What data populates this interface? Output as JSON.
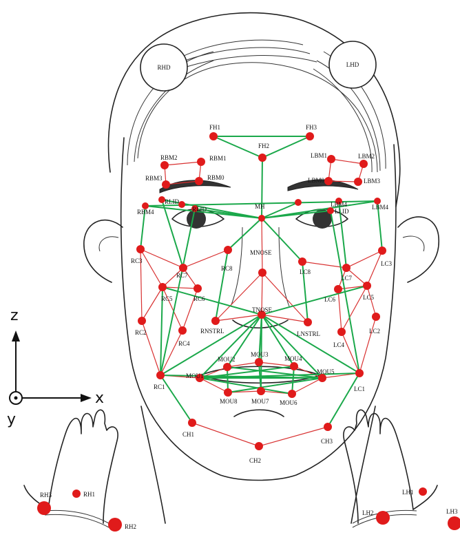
{
  "colors": {
    "marker": "#e01b1b",
    "green_link": "#1aa84a",
    "red_link": "#d83030",
    "sketch": "#222222"
  },
  "axes": {
    "z_label": "z",
    "x_label": "x",
    "y_label": "y"
  },
  "pads": {
    "right_head": "RHD",
    "left_head": "LHD"
  },
  "markers": [
    {
      "id": "FH1",
      "label": "FH1"
    },
    {
      "id": "FH2",
      "label": "FH2"
    },
    {
      "id": "FH3",
      "label": "FH3"
    },
    {
      "id": "RBM2",
      "label": "RBM2"
    },
    {
      "id": "RBM1",
      "label": "RBM1"
    },
    {
      "id": "RBM3",
      "label": "RBM3"
    },
    {
      "id": "RBM0",
      "label": "RBM0"
    },
    {
      "id": "LBM1",
      "label": "LBM1"
    },
    {
      "id": "LBM2",
      "label": "LBM2"
    },
    {
      "id": "LBM0",
      "label": "LBM0"
    },
    {
      "id": "LBM3",
      "label": "LBM3"
    },
    {
      "id": "RBM4",
      "label": "RBM4"
    },
    {
      "id": "RLID_A",
      "label": "RLID"
    },
    {
      "id": "RLID_B",
      "label": ""
    },
    {
      "id": "RLID",
      "label": "RLID"
    },
    {
      "id": "MH",
      "label": "MH"
    },
    {
      "id": "LLID_A",
      "label": ""
    },
    {
      "id": "LBM4_IN",
      "label": "LBM4"
    },
    {
      "id": "LLID",
      "label": "LLID"
    },
    {
      "id": "LBM4",
      "label": "LBM4"
    },
    {
      "id": "RC3",
      "label": "RC3"
    },
    {
      "id": "RC7",
      "label": "RC7"
    },
    {
      "id": "RC8",
      "label": "RC8"
    },
    {
      "id": "RC5",
      "label": "RC5"
    },
    {
      "id": "RC6",
      "label": "RC6"
    },
    {
      "id": "RC2",
      "label": "RC2"
    },
    {
      "id": "RC4",
      "label": "RC4"
    },
    {
      "id": "RC1",
      "label": "RC1"
    },
    {
      "id": "MNOSE",
      "label": "MNOSE"
    },
    {
      "id": "TNOSE",
      "label": "TNOSE"
    },
    {
      "id": "RNSTRL",
      "label": "RNSTRL"
    },
    {
      "id": "LNSTRL",
      "label": "LNSTRL"
    },
    {
      "id": "LC8",
      "label": "LC8"
    },
    {
      "id": "LC7",
      "label": "LC7"
    },
    {
      "id": "LC3",
      "label": "LC3"
    },
    {
      "id": "LC6",
      "label": "LC6"
    },
    {
      "id": "LC5",
      "label": "LC5"
    },
    {
      "id": "LC2",
      "label": "LC2"
    },
    {
      "id": "LC4",
      "label": "LC4"
    },
    {
      "id": "LC1",
      "label": "LC1"
    },
    {
      "id": "MOU1",
      "label": "MOU1"
    },
    {
      "id": "MOU2",
      "label": "MOU2"
    },
    {
      "id": "MOU3",
      "label": "MOU3"
    },
    {
      "id": "MOU4",
      "label": "MOU4"
    },
    {
      "id": "MOU5",
      "label": "MOU5"
    },
    {
      "id": "MOU6",
      "label": "MOU6"
    },
    {
      "id": "MOU7",
      "label": "MOU7"
    },
    {
      "id": "MOU8",
      "label": "MOU8"
    },
    {
      "id": "CH1",
      "label": "CH1"
    },
    {
      "id": "CH2",
      "label": "CH2"
    },
    {
      "id": "CH3",
      "label": "CH3"
    },
    {
      "id": "RH1",
      "label": "RH1"
    },
    {
      "id": "RH2",
      "label": "RH2"
    },
    {
      "id": "RH3",
      "label": "RH3"
    },
    {
      "id": "LH1",
      "label": "LH1"
    },
    {
      "id": "LH2",
      "label": "LH2"
    },
    {
      "id": "LH3",
      "label": "LH3"
    }
  ],
  "green_links": [
    [
      "FH1",
      "FH3"
    ],
    [
      "FH1",
      "FH2"
    ],
    [
      "FH3",
      "FH2"
    ],
    [
      "FH2",
      "MH"
    ],
    [
      "RBM4",
      "LBM4"
    ],
    [
      "RBM4",
      "MH"
    ],
    [
      "RLID_A",
      "MH"
    ],
    [
      "RLID",
      "MH"
    ],
    [
      "RC8",
      "MH"
    ],
    [
      "LBM4",
      "MH"
    ],
    [
      "LLID_A",
      "MH"
    ],
    [
      "LLID",
      "MH"
    ],
    [
      "LC8",
      "MH"
    ],
    [
      "RBM4",
      "RC3"
    ],
    [
      "RLID_A",
      "RC7"
    ],
    [
      "RLID",
      "RC1"
    ],
    [
      "LBM4",
      "LC3"
    ],
    [
      "LBM4_IN",
      "LC7"
    ],
    [
      "LLID",
      "LC1"
    ],
    [
      "RC8",
      "RNSTRL"
    ],
    [
      "LC8",
      "LNSTRL"
    ],
    [
      "RC5",
      "TNOSE"
    ],
    [
      "LC5",
      "TNOSE"
    ],
    [
      "RC1",
      "TNOSE"
    ],
    [
      "LC1",
      "TNOSE"
    ],
    [
      "TNOSE",
      "MOU1"
    ],
    [
      "TNOSE",
      "MOU2"
    ],
    [
      "TNOSE",
      "MOU3"
    ],
    [
      "TNOSE",
      "MOU4"
    ],
    [
      "TNOSE",
      "MOU5"
    ],
    [
      "TNOSE",
      "MOU7"
    ],
    [
      "MOU1",
      "MOU5"
    ],
    [
      "MOU1",
      "MOU6"
    ],
    [
      "MOU8",
      "MOU5"
    ],
    [
      "MOU1",
      "MOU4"
    ],
    [
      "MOU2",
      "MOU5"
    ],
    [
      "MOU2",
      "MOU8"
    ],
    [
      "MOU4",
      "MOU6"
    ],
    [
      "MOU3",
      "MOU7"
    ],
    [
      "RC1",
      "MOU5"
    ],
    [
      "LC1",
      "MOU1"
    ],
    [
      "RC1",
      "CH1"
    ],
    [
      "LC1",
      "CH3"
    ],
    [
      "RC5",
      "RC1"
    ]
  ],
  "red_links": [
    [
      "RBM2",
      "RBM1"
    ],
    [
      "RBM2",
      "RBM3"
    ],
    [
      "RBM3",
      "RBM0"
    ],
    [
      "RBM0",
      "RBM1"
    ],
    [
      "LBM1",
      "LBM2"
    ],
    [
      "LBM1",
      "LBM0"
    ],
    [
      "LBM0",
      "LBM3"
    ],
    [
      "LBM3",
      "LBM2"
    ],
    [
      "RC3",
      "RC7"
    ],
    [
      "RC7",
      "RC8"
    ],
    [
      "RC3",
      "RC5"
    ],
    [
      "RC7",
      "RC5"
    ],
    [
      "RC7",
      "RC6"
    ],
    [
      "RC5",
      "RC6"
    ],
    [
      "RC3",
      "RC2"
    ],
    [
      "RC5",
      "RC2"
    ],
    [
      "RC5",
      "RC4"
    ],
    [
      "RC6",
      "RC4"
    ],
    [
      "RC2",
      "RC1"
    ],
    [
      "RC4",
      "RC1"
    ],
    [
      "MH",
      "MNOSE"
    ],
    [
      "MNOSE",
      "TNOSE"
    ],
    [
      "MNOSE",
      "RNSTRL"
    ],
    [
      "MNOSE",
      "LNSTRL"
    ],
    [
      "TNOSE",
      "RNSTRL"
    ],
    [
      "TNOSE",
      "LNSTRL"
    ],
    [
      "LC8",
      "LC7"
    ],
    [
      "LC7",
      "LC3"
    ],
    [
      "LC7",
      "LC6"
    ],
    [
      "LC7",
      "LC5"
    ],
    [
      "LC3",
      "LC5"
    ],
    [
      "LC6",
      "LC5"
    ],
    [
      "LC5",
      "LC2"
    ],
    [
      "LC6",
      "LC4"
    ],
    [
      "LC5",
      "LC4"
    ],
    [
      "LC2",
      "LC1"
    ],
    [
      "LC4",
      "LC1"
    ],
    [
      "RC1",
      "MOU1"
    ],
    [
      "LC1",
      "MOU5"
    ],
    [
      "MOU1",
      "MOU2"
    ],
    [
      "MOU2",
      "MOU3"
    ],
    [
      "MOU3",
      "MOU4"
    ],
    [
      "MOU4",
      "MOU5"
    ],
    [
      "MOU5",
      "MOU6"
    ],
    [
      "MOU6",
      "MOU7"
    ],
    [
      "MOU7",
      "MOU8"
    ],
    [
      "MOU8",
      "MOU1"
    ],
    [
      "CH1",
      "CH2"
    ],
    [
      "CH2",
      "CH3"
    ]
  ]
}
